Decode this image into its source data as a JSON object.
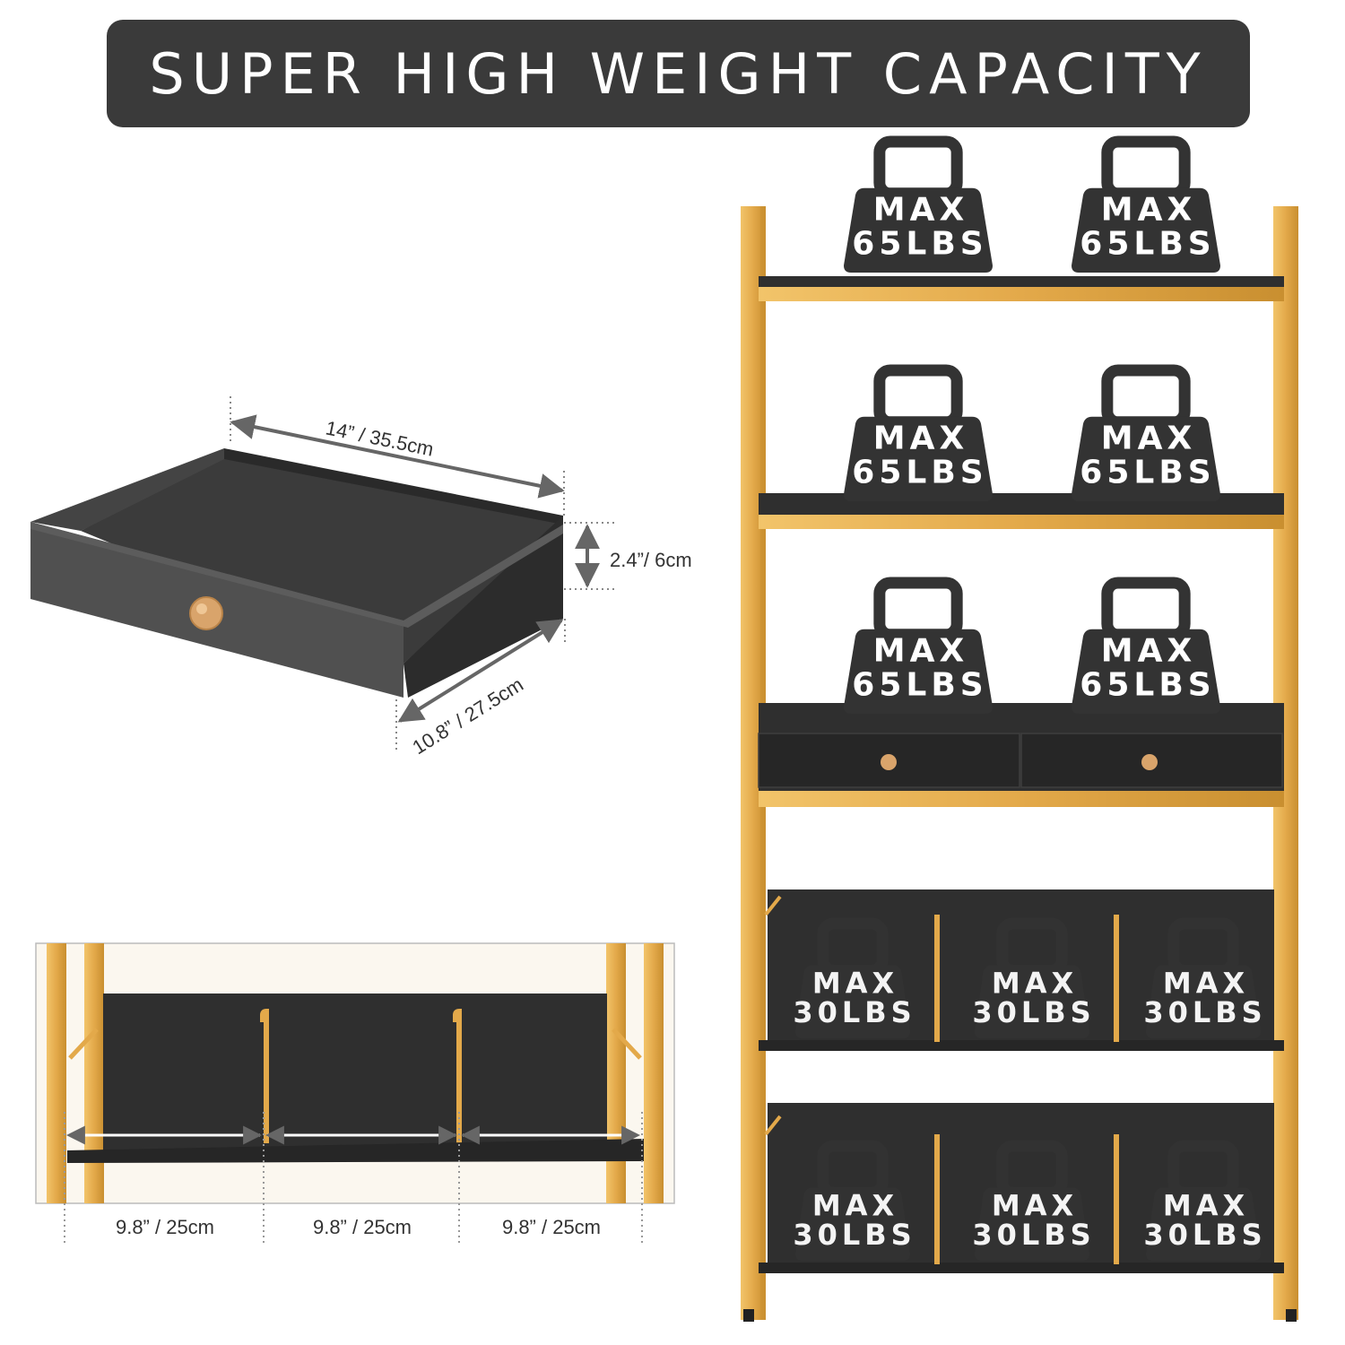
{
  "banner": {
    "title": "SUPER HIGH WEIGHT CAPACITY"
  },
  "colors": {
    "banner_bg": "#3a3a3a",
    "frame_gold": "#e3a94a",
    "shelf_black": "#2f2f2f",
    "weight_black": "#333333",
    "knob_wood": "#d9a46b"
  },
  "drawer": {
    "width_label": "14”  /  35.5cm",
    "height_label": "2.4”/ 6cm",
    "depth_label": "10.8”  /  27.5cm"
  },
  "shelf_detail": {
    "spacing_labels": [
      "9.8”  /  25cm",
      "9.8”  /  25cm",
      "9.8”  /  25cm"
    ]
  },
  "weights": {
    "upper": {
      "line1": "MAX",
      "line2": "65LBS"
    },
    "lower": {
      "line1": "MAX",
      "line2": "30LBS"
    }
  }
}
